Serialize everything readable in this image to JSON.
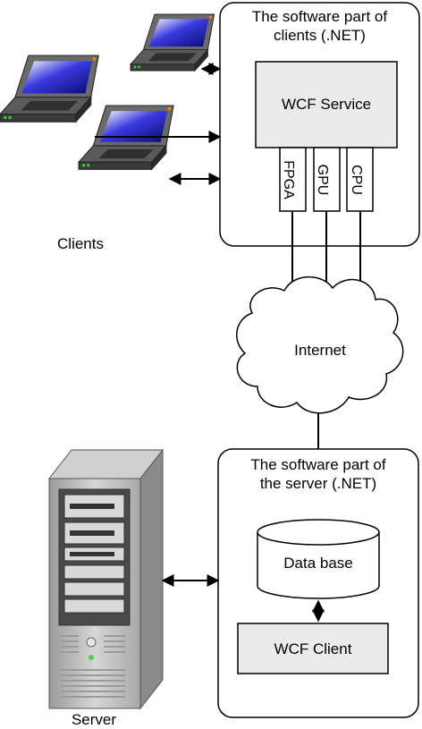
{
  "clients_box": {
    "title_line1": "The software part of",
    "title_line2": "clients (.NET)"
  },
  "wcf_service": {
    "label": "WCF Service"
  },
  "accelerators": [
    {
      "label": "FPGA"
    },
    {
      "label": "GPU"
    },
    {
      "label": "CPU"
    }
  ],
  "clients": {
    "label": "Clients"
  },
  "internet": {
    "label": "Internet"
  },
  "server_box": {
    "title_line1": "The software part of",
    "title_line2": "the server (.NET)"
  },
  "database": {
    "label": "Data base"
  },
  "wcf_client": {
    "label": "WCF Client"
  },
  "server": {
    "label": "Server"
  }
}
